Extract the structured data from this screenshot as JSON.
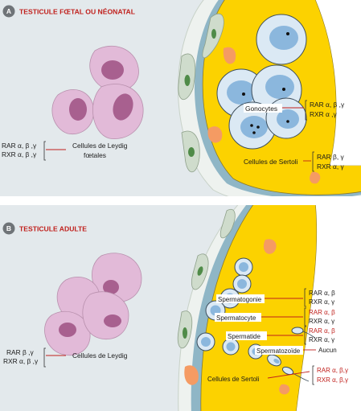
{
  "panel_a": {
    "letter": "A",
    "title": "TESTICULE FŒTAL OU NÉONATAL",
    "leydig_receptors": [
      "RAR α, β ,γ",
      "RXR α, β ,γ"
    ],
    "leydig_label": [
      "Cellules de Leydig",
      "fœtales"
    ],
    "gonocytes_label": "Gonocytes",
    "gonocytes_receptors": [
      "RAR α, β ,γ",
      "RXR α ,γ"
    ],
    "sertoli_label": "Cellules de Sertoli",
    "sertoli_receptors": [
      "RAR β, γ",
      "RXR α, γ"
    ]
  },
  "panel_b": {
    "letter": "B",
    "title": "TESTICULE ADULTE",
    "leydig_receptors": [
      "RAR β ,γ",
      "RXR α, β ,γ"
    ],
    "leydig_label": "Cellules de Leydig",
    "spermatogonie_label": "Spermatogonie",
    "spermatogonie_receptors": [
      "RAR α, β",
      "RXR α, γ"
    ],
    "spermatocyte_label": "Spermatocyte",
    "spermatocyte_receptors": [
      "RAR α, β",
      "RXR α, γ"
    ],
    "spermatide_label": "Spermatide",
    "spermatide_receptors": [
      "RAR α, β",
      "RXR α, γ"
    ],
    "spermatozoide_label": "Spermatozoïde",
    "spermatozoide_receptor": "Aucun",
    "sertoli_label": "Cellules de Sertoli",
    "sertoli_receptors": [
      "RAR α, β,γ",
      "RXR α, β,γ"
    ]
  },
  "colors": {
    "panel_bg": "#e3e9ec",
    "title_red": "#c0201c",
    "sertoli_yellow": "#fcd200",
    "leydig_pink": "#e2bad8",
    "nucleus_purple": "#a8608f",
    "germ_blue": "#bcd6ea",
    "germ_nucleus": "#8bb7dd",
    "orange_spot": "#f59b63",
    "myoid_green": "#cfdccc"
  }
}
